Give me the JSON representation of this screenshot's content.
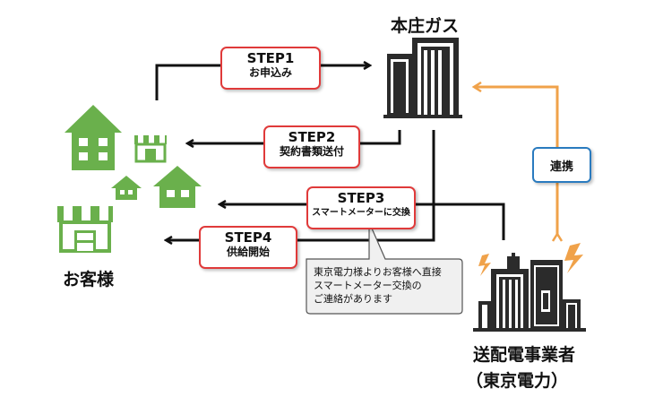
{
  "nodes": {
    "honjo_gas": "本庄ガス",
    "customer": "お客様",
    "transmission_operator_line1": "送配電事業者",
    "transmission_operator_line2": "（東京電力）"
  },
  "steps": [
    {
      "label": "STEP1",
      "desc": "お申込み"
    },
    {
      "label": "STEP2",
      "desc": "契約書類送付"
    },
    {
      "label": "STEP3",
      "desc": "スマートメーターに交換"
    },
    {
      "label": "STEP4",
      "desc": "供給開始"
    }
  ],
  "link": {
    "label": "連携"
  },
  "callout": {
    "text": "東京電力様よりお客様へ直接\nスマートメーター交換の\nご連絡があります"
  },
  "colors": {
    "step_border": "#e03a3a",
    "link_border": "#2a7bbf",
    "link_arrow": "#f0a24a",
    "house_green": "#6ab04c",
    "building_dark": "#2b2b2b",
    "lightning": "#f0a24a",
    "callout_fill": "#f0f0f0"
  }
}
